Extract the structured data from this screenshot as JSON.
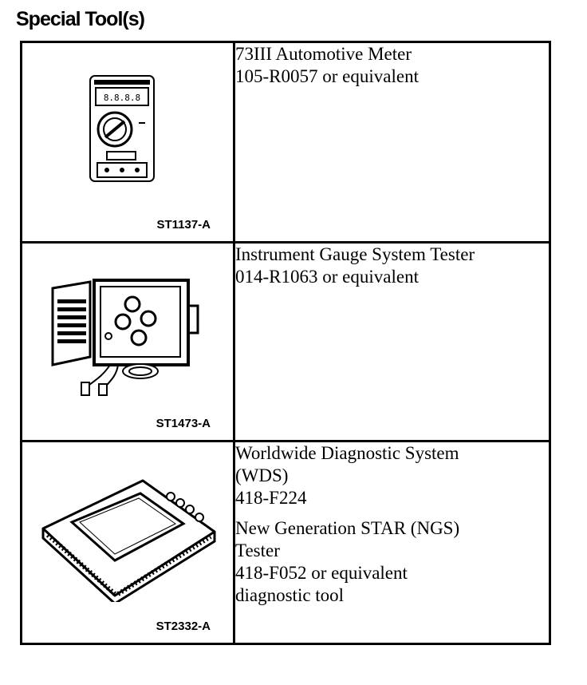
{
  "heading": "Special Tool(s)",
  "tools": [
    {
      "code": "ST1137-A",
      "icon": "multimeter-icon",
      "lines": [
        "73III Automotive Meter",
        "105-R0057 or equivalent"
      ]
    },
    {
      "code": "ST1473-A",
      "icon": "gauge-tester-icon",
      "lines": [
        "Instrument Gauge System Tester",
        "014-R1063 or equivalent"
      ]
    },
    {
      "code": "ST2332-A",
      "icon": "diagnostic-tablet-icon",
      "lines": [
        "Worldwide Diagnostic System",
        "(WDS)",
        "418-F224"
      ],
      "lines2": [
        "New Generation STAR (NGS)",
        "Tester",
        "418-F052 or equivalent",
        "diagnostic tool"
      ]
    }
  ]
}
